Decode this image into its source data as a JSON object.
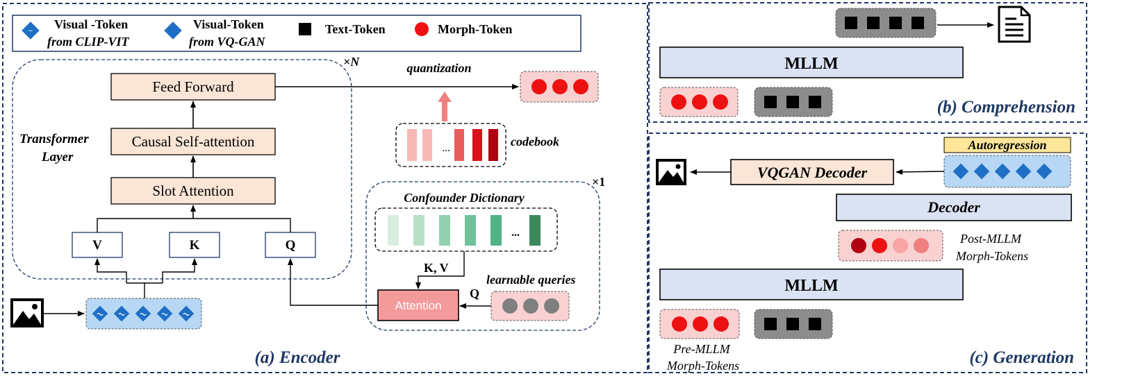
{
  "legend": {
    "clip_label_1": "Visual -Token",
    "clip_label_2": "from CLIP-VIT",
    "vqgan_label_1": "Visual-Token",
    "vqgan_label_2": "from VQ-GAN",
    "text_token": "Text-Token",
    "morph_token": "Morph-Token"
  },
  "encoder": {
    "feed_forward": "Feed Forward",
    "causal_self_attention": "Causal Self-attention",
    "slot_attention": "Slot Attention",
    "v": "V",
    "k": "K",
    "q": "Q",
    "repeat_n": "×N",
    "transformer_layer_1": "Transformer",
    "transformer_layer_2": "Layer",
    "quantization": "quantization",
    "codebook": "codebook",
    "codebook_ellipsis": "...",
    "repeat_1": "×1",
    "confounder_dictionary": "Confounder Dictionary",
    "dict_ellipsis": "...",
    "kv_label": "K, V",
    "q_label": "Q",
    "attention": "Attention",
    "learnable_queries": "learnable queries",
    "caption": "(a) Encoder"
  },
  "comprehension": {
    "mllm": "MLLM",
    "caption": "(b) Comprehension"
  },
  "generation": {
    "autoregression": "Autoregression",
    "vqgan_decoder": "VQGAN Decoder",
    "decoder": "Decoder",
    "post_mllm_1": "Post-MLLM",
    "post_mllm_2": "Morph-Tokens",
    "mllm": "MLLM",
    "pre_mllm_1": "Pre-MLLM",
    "pre_mllm_2": "Morph-Tokens",
    "caption": "(c) Generation"
  },
  "colors": {
    "panel_border": "#1f3864",
    "block_fill": "#fbe5d6",
    "mllm_fill": "#dae3f3",
    "token_blue": "#1f6fc5",
    "morph_red": "#ee1111",
    "dict_green": "#3a8a5c"
  }
}
